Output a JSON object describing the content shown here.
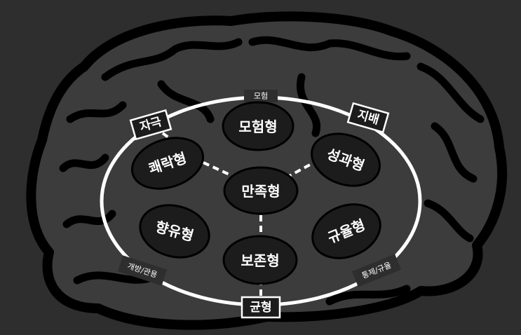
{
  "diagram": {
    "center": {
      "label": "만족형"
    },
    "nodes": {
      "top": {
        "label": "모험형"
      },
      "upper_left": {
        "label": "쾌락형"
      },
      "upper_right": {
        "label": "성과형"
      },
      "lower_left": {
        "label": "향유형"
      },
      "lower_right": {
        "label": "규율형"
      },
      "bottom": {
        "label": "보존형"
      }
    },
    "boxes": {
      "left": {
        "label": "자극"
      },
      "right": {
        "label": "지배"
      },
      "bottom": {
        "label": "균형"
      }
    },
    "ring_labels": {
      "top": "모험",
      "lower_left": "개방/관용",
      "lower_right": "통제/규율"
    }
  },
  "colors": {
    "background": "#2e2e2e",
    "brain_fill": "#3c3c3c",
    "brain_outline": "#000000",
    "node_fill": "#1c1c1c",
    "ring": "#ffffff"
  }
}
